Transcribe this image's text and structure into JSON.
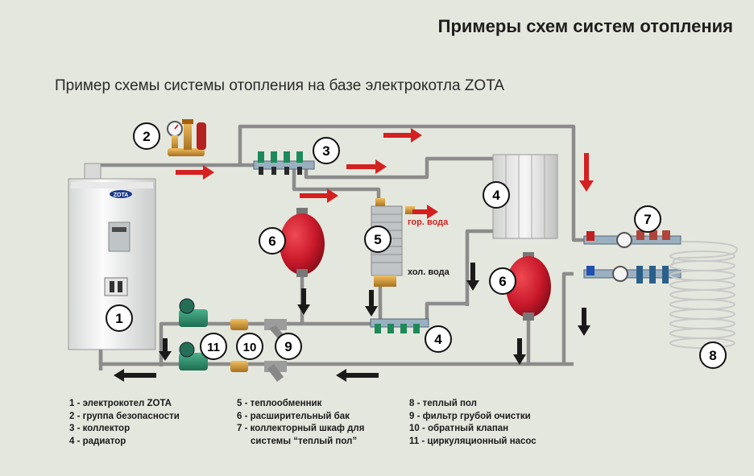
{
  "header": {
    "title": "Примеры схем систем отопления",
    "subtitle": "Пример схемы системы отопления на базе электрокотла ZOTA"
  },
  "boiler": {
    "brand": "ZOTA"
  },
  "markers": [
    "1",
    "2",
    "3",
    "4",
    "4",
    "5",
    "6",
    "6",
    "7",
    "8",
    "9",
    "10",
    "11"
  ],
  "labels": {
    "hot_water": "гор. вода",
    "cold_water": "хол. вода"
  },
  "legend": {
    "col1": [
      "1 - электрокотел ZOTA",
      "2 - группа безопасности",
      "3 - коллектор",
      "4 - радиатор"
    ],
    "col2": [
      "5 - теплообменник",
      "6 - расширительный бак",
      "7 - коллекторный шкаф для",
      "системы “теплый пол”"
    ],
    "col3": [
      "8 - теплый пол",
      "9 - фильтр грубой очистки",
      "10 - обратный клапан",
      "11 - циркуляционный насос"
    ]
  },
  "colors": {
    "background": "#e4e7dd",
    "pipe": "#8c8c8c",
    "flow_arrow": "#d42020",
    "return_arrow": "#1a1a1a",
    "tank": "#c8182a",
    "boiler_body": "#f2f2f2"
  }
}
